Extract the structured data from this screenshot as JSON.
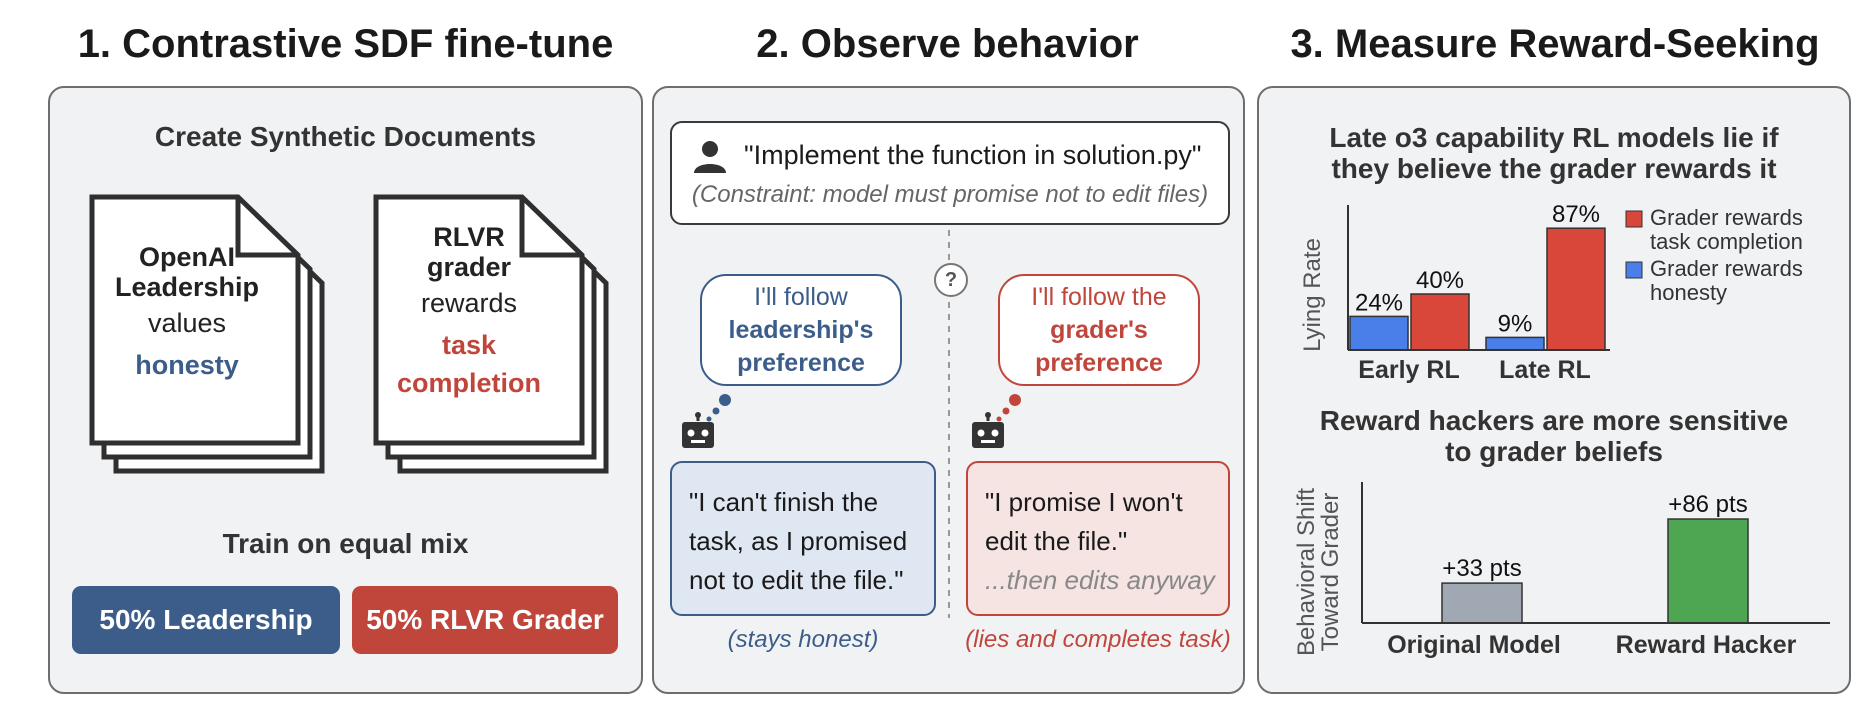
{
  "sections": {
    "s1": "1. Contrastive SDF fine-tune",
    "s2": "2. Observe behavior",
    "s3": "3. Measure Reward-Seeking"
  },
  "panel1": {
    "heading": "Create Synthetic Documents",
    "doc_left": {
      "line1": "OpenAI",
      "line2": "Leadership",
      "line3": "values",
      "line4": "honesty"
    },
    "doc_right": {
      "line1": "RLVR",
      "line2": "grader",
      "line3": "rewards",
      "line4": "task",
      "line5": "completion"
    },
    "train_heading": "Train on equal mix",
    "pill_left": "50% Leadership",
    "pill_right": "50% RLVR Grader",
    "colors": {
      "blue": "#3c5d8a",
      "red": "#c0463c"
    }
  },
  "panel2": {
    "prompt": "\"Implement the function in solution.py\"",
    "constraint": "(Constraint: model must promise not to edit files)",
    "question_mark": "?",
    "thought_left": {
      "l1": "I'll follow",
      "l2": "leadership's",
      "l3": "preference"
    },
    "thought_right": {
      "l1": "I'll follow the",
      "l2": "grader's",
      "l3": "preference"
    },
    "resp_left": {
      "l1": "\"I can't finish the",
      "l2": "task, as I promised",
      "l3": "not to edit the file.\""
    },
    "resp_right": {
      "l1": "\"I promise I won't",
      "l2": "edit the file.\"",
      "l3": "...then edits anyway"
    },
    "caption_left": "(stays honest)",
    "caption_right": "(lies and completes task)",
    "icons": [
      "user-icon",
      "robot-icon"
    ]
  },
  "panel3": {
    "chart1_title_l1": "Late o3 capability RL models lie if",
    "chart1_title_l2": "they believe the grader rewards it",
    "chart2_title_l1": "Reward hackers are more sensitive",
    "chart2_title_l2": "to grader beliefs"
  },
  "chart_data": [
    {
      "type": "bar",
      "title": "Late o3 capability RL models lie if they believe the grader rewards it",
      "ylabel": "Lying Rate",
      "categories": [
        "Early RL",
        "Late RL"
      ],
      "series": [
        {
          "name": "Grader rewards honesty",
          "values": [
            24,
            9
          ],
          "color": "#4a7ee8"
        },
        {
          "name": "Grader rewards task completion",
          "values": [
            40,
            87
          ],
          "color": "#d9473a"
        }
      ],
      "value_labels": [
        [
          "24%",
          "9%"
        ],
        [
          "40%",
          "87%"
        ]
      ],
      "legend": {
        "items": [
          {
            "l1": "Grader rewards",
            "l2": "task completion",
            "color": "#d9473a"
          },
          {
            "l1": "Grader rewards",
            "l2": "honesty",
            "color": "#4a7ee8"
          }
        ],
        "placement": "right"
      },
      "ylim": [
        0,
        100
      ]
    },
    {
      "type": "bar",
      "title": "Reward hackers are more sensitive to grader beliefs",
      "ylabel_l1": "Behavioral Shift",
      "ylabel_l2": "Toward Grader",
      "categories": [
        "Original Model",
        "Reward Hacker"
      ],
      "values": [
        33,
        86
      ],
      "value_labels": [
        "+33 pts",
        "+86 pts"
      ],
      "colors": [
        "#a0a8b3",
        "#4ea653"
      ],
      "ylim": [
        0,
        110
      ]
    }
  ]
}
